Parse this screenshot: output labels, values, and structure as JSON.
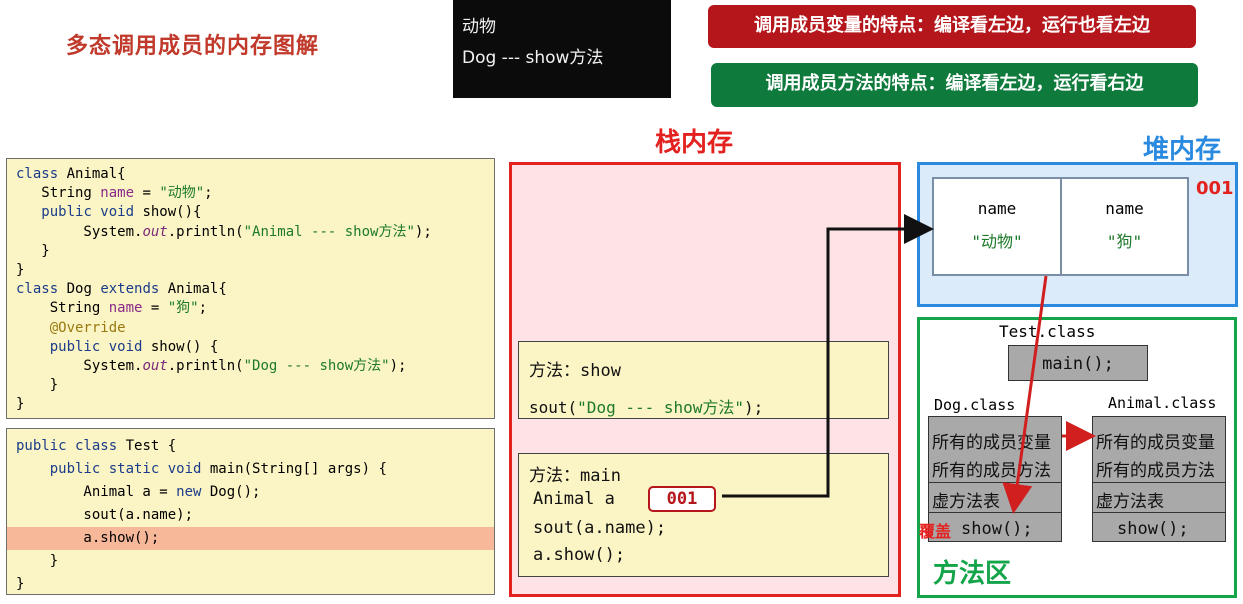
{
  "title": "多态调用成员的内存图解",
  "console": {
    "lines": [
      "动物",
      "Dog --- show方法"
    ]
  },
  "banners": {
    "red": "调用成员变量的特点：编译看左边，运行也看左边",
    "green": "调用成员方法的特点：编译看左边，运行看右边"
  },
  "code_top": [
    "class Animal{",
    "   String name = \"动物\";",
    "   public void show(){",
    "        System.out.println(\"Animal --- show方法\");",
    "   }",
    "}",
    "class Dog extends Animal{",
    "    String name = \"狗\";",
    "    @Override",
    "    public void show() {",
    "        System.out.println(\"Dog --- show方法\");",
    "    }",
    "}"
  ],
  "code_bottom": [
    "public class Test {",
    "    public static void main(String[] args) {",
    "        Animal a = new Dog();",
    "        sout(a.name);",
    "        a.show();",
    "    }",
    "}"
  ],
  "stack": {
    "heading": "栈内存",
    "frame_show": {
      "title": "方法：show",
      "line": "sout(\"Dog --- show方法\");"
    },
    "frame_main": {
      "title": "方法：main",
      "var": "Animal a",
      "ref": "001",
      "lines": [
        "sout(a.name);",
        "a.show();"
      ]
    }
  },
  "heap": {
    "heading": "堆内存",
    "address": "001",
    "fields": [
      {
        "name": "name",
        "value": "\"动物\""
      },
      {
        "name": "name",
        "value": "\"狗\""
      }
    ]
  },
  "method_area": {
    "heading": "方法区",
    "test_class": {
      "label": "Test.class",
      "method": "main();"
    },
    "dog_class": {
      "label": "Dog.class",
      "vars": "所有的成员变量",
      "methods": "所有的成员方法",
      "vtable": "虚方法表",
      "show": "show();",
      "override": "覆盖"
    },
    "animal_class": {
      "label": "Animal.class",
      "vars": "所有的成员变量",
      "methods": "所有的成员方法",
      "vtable": "虚方法表",
      "show": "show();"
    }
  },
  "colors": {
    "red": "#b5161b",
    "green": "#0e7a3c",
    "stack_border": "#e3211f",
    "heap_border": "#2a8ae0",
    "method_border": "#14a44a",
    "code_bg": "#fbf4c4",
    "highlight": "#f7b89a"
  }
}
